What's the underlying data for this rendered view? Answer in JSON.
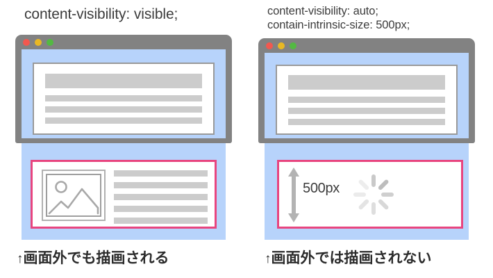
{
  "left": {
    "title": "content-visibility: visible;",
    "footnote_arrow": "↑",
    "footnote": "画面外でも描画される",
    "window": {
      "dots": [
        "red-dot",
        "yellow-dot",
        "green-dot"
      ],
      "dot_colors": [
        "#f2584f",
        "#e9b824",
        "#53b942"
      ],
      "chrome_color": "#828282",
      "viewport_color": "#b7d3fb"
    },
    "top_card": {
      "heading_bar": "skeleton-heading",
      "line_count": 3
    },
    "offscreen_card": {
      "border_color": "#e8457f",
      "image_placeholder": "image-placeholder-icon",
      "line_count": 5
    }
  },
  "right": {
    "title": "content-visibility: auto;\ncontain-intrinsic-size: 500px;",
    "footnote_arrow": "↑",
    "footnote": "画面外では描画されない",
    "window": {
      "dots": [
        "red-dot",
        "yellow-dot",
        "green-dot"
      ],
      "dot_colors": [
        "#f2584f",
        "#e9b824",
        "#53b942"
      ],
      "chrome_color": "#828282",
      "viewport_color": "#b7d3fb"
    },
    "top_card": {
      "heading_bar": "skeleton-heading",
      "line_count": 3
    },
    "offscreen_card": {
      "border_color": "#e8457f",
      "measure_label": "500px",
      "measure_icon": "double-arrow-vertical-icon",
      "spinner_icon": "loading-spinner-icon"
    }
  },
  "colors": {
    "accent_pink": "#e8457f",
    "page_blue": "#b7d3fb",
    "chrome_gray": "#828282",
    "skeleton_gray": "#cccccc",
    "text_dark": "#3c3c3c"
  }
}
